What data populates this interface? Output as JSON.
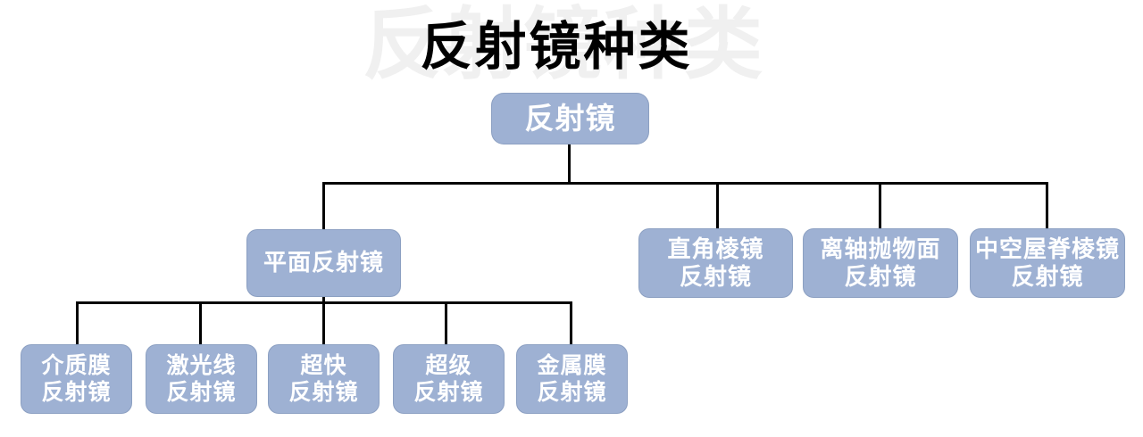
{
  "title": {
    "text": "反射镜种类",
    "ghost": "反射镜种类"
  },
  "tree": {
    "root": {
      "label": "反射镜"
    },
    "level1": [
      {
        "id": "flat-mirror",
        "label": "平面反射镜"
      },
      {
        "id": "right-angle-prism-mirror",
        "label": "直角棱镜\n反射镜"
      },
      {
        "id": "off-axis-parabolic-mirror",
        "label": "离轴抛物面\n反射镜"
      },
      {
        "id": "hollow-roof-prism-mirror",
        "label": "中空屋脊棱镜\n反射镜"
      }
    ],
    "level2": [
      {
        "id": "dielectric-mirror",
        "label": "介质膜\n反射镜"
      },
      {
        "id": "laser-line-mirror",
        "label": "激光线\n反射镜"
      },
      {
        "id": "ultrafast-mirror",
        "label": "超快\n反射镜"
      },
      {
        "id": "super-mirror",
        "label": "超级\n反射镜"
      },
      {
        "id": "metal-coated-mirror",
        "label": "金属膜\n反射镜"
      }
    ]
  },
  "colors": {
    "background": "#ffffff",
    "node_fill": "#9eb1d3",
    "node_text": "#ffffff",
    "connector": "#000000",
    "title_text": "#000000",
    "ghost_title_text": "#f0f0f0"
  }
}
